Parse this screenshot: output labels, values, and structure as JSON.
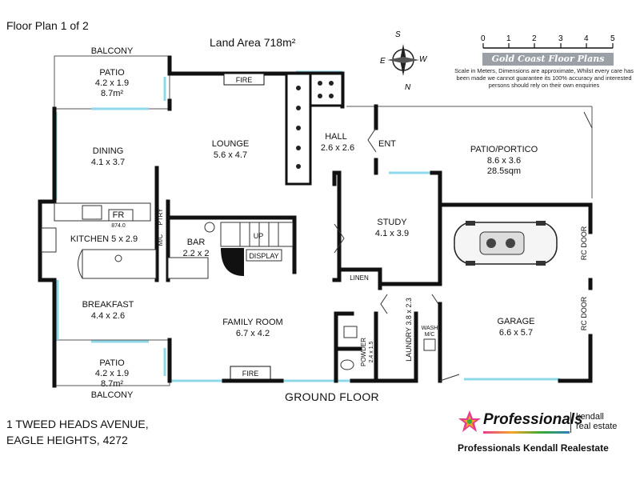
{
  "header": {
    "plan_title": "Floor Plan 1 of 2",
    "land_area": "Land Area 718m²"
  },
  "compass": {
    "n": "N",
    "s": "S",
    "e": "E",
    "w": "W"
  },
  "scale": {
    "ticks": [
      "0",
      "1",
      "2",
      "3",
      "4",
      "5"
    ],
    "brand": "Gold Coast Floor Plans",
    "disclaimer": "Scale in Meters, Dimensions are approximate, Whilst every care has been made we cannot guarantee its 100% accuracy and interested persons should rely on their own enquiries"
  },
  "rooms": {
    "balcony_top": "BALCONY",
    "patio_top_name": "PATIO",
    "patio_top_dim": "4.2 x 1.9",
    "patio_top_area": "8.7m²",
    "fire_top": "FIRE",
    "dining_name": "DINING",
    "dining_dim": "4.1 x 3.7",
    "lounge_name": "LOUNGE",
    "lounge_dim": "5.6 x 4.7",
    "hall_name": "HALL",
    "hall_dim": "2.6 x 2.6",
    "ent": "ENT",
    "portico_name": "PATIO/PORTICO",
    "portico_dim": "8.6 x 3.6",
    "portico_area": "28.5sqm",
    "fr": "FR",
    "fr_sub": "874.0",
    "ptry": "PTRY",
    "mic": "M/C",
    "kitchen": "KITCHEN 5 x 2.9",
    "bar_name": "BAR",
    "bar_dim": "2.2 x 2",
    "up": "UP",
    "display": "DISPLAY",
    "study_name": "STUDY",
    "study_dim": "4.1 x 3.9",
    "rc_door_top": "RC DOOR",
    "rc_door_bottom": "RC DOOR",
    "linen": "LINEN",
    "breakfast_name": "BREAKFAST",
    "breakfast_dim": "4.4 x 2.6",
    "family_name": "FAMILY ROOM",
    "family_dim": "6.7 x 4.2",
    "powder": "POWDER",
    "powder_dim": "2.4 x 1.5",
    "laundry": "LAUNDRY 3.8 x 2.3",
    "wash": "WASH",
    "wash_mc": "M/C",
    "garage_name": "GARAGE",
    "garage_dim": "6.6 x 5.7",
    "patio_bottom_name": "PATIO",
    "patio_bottom_dim": "4.2 x 1.9",
    "patio_bottom_area": "8.7m²",
    "fire_bottom": "FIRE",
    "balcony_bottom": "BALCONY"
  },
  "footer": {
    "floor_label": "GROUND FLOOR",
    "address_line1": "1 TWEED HEADS AVENUE,",
    "address_line2": "EAGLE HEIGHTS, 4272",
    "brand_name": "Professionals",
    "brand_agency": "kendall",
    "brand_agency2": "real estate",
    "agency_full": "Professionals Kendall Realestate"
  }
}
